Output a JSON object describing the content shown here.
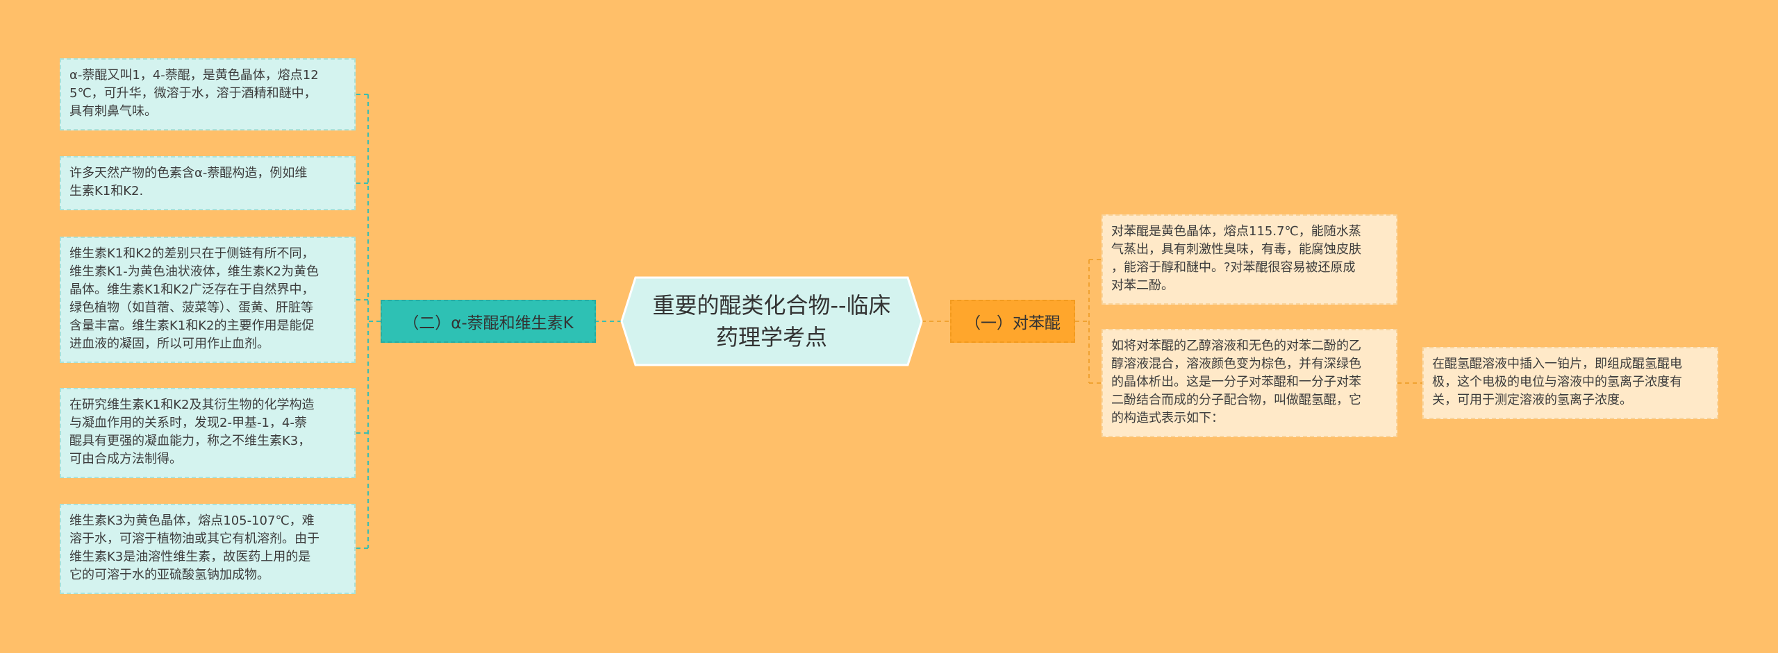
{
  "root": {
    "label": "重要的醌类化合物--临床\n药理学考点"
  },
  "left_branch": {
    "label": "（二）α-萘醌和维生素K",
    "items": [
      "α-萘醌又叫1，4-萘醌，是黄色晶体，熔点12\n5℃，可升华，微溶于水，溶于酒精和醚中，\n具有刺鼻气味。",
      "许多天然产物的色素含α-萘醌构造，例如维\n生素K1和K2.",
      "维生素K1和K2的差别只在于侧链有所不同，\n维生素K1-为黄色油状液体，维生素K2为黄色\n晶体。维生素K1和K2广泛存在于自然界中，\n绿色植物（如苜蓿、菠菜等）、蛋黄、肝脏等\n含量丰富。维生素K1和K2的主要作用是能促\n进血液的凝固，所以可用作止血剂。",
      "在研究维生素K1和K2及其衍生物的化学构造\n与凝血作用的关系时，发现2-甲基-1，4-萘\n醌具有更强的凝血能力，称之不维生素K3，\n可由合成方法制得。",
      "维生素K3为黄色晶体，熔点105-107℃，难\n溶于水，可溶于植物油或其它有机溶剂。由于\n维生素K3是油溶性维生素，故医药上用的是\n它的可溶于水的亚硫酸氢钠加成物。"
    ]
  },
  "right_branch": {
    "label": "（一）对苯醌",
    "items": [
      "对苯醌是黄色晶体，熔点115.7℃，能随水蒸\n气蒸出，具有刺激性臭味，有毒，能腐蚀皮肤\n，能溶于醇和醚中。?对苯醌很容易被还原成\n对苯二酚。",
      "如将对苯醌的乙醇溶液和无色的对苯二酚的乙\n醇溶液混合，溶液颜色变为棕色，并有深绿色\n的晶体析出。这是一分子对苯醌和一分子对苯\n二酚结合而成的分子配合物，叫做醌氢醌，它\n的构造式表示如下："
    ],
    "sub_item": "在醌氢醌溶液中插入一铂片，即组成醌氢醌电\n极，这个电极的电位与溶液中的氢离子浓度有\n关，可用于测定溶液的氢离子浓度。"
  },
  "colors": {
    "background": "#FFBF69",
    "teal": "#2EC1B4",
    "orange": "#FFA62C",
    "leaf_teal": "#D4F3EF",
    "leaf_cream": "#FFE9C8",
    "root_fill": "#D4F3EF"
  }
}
